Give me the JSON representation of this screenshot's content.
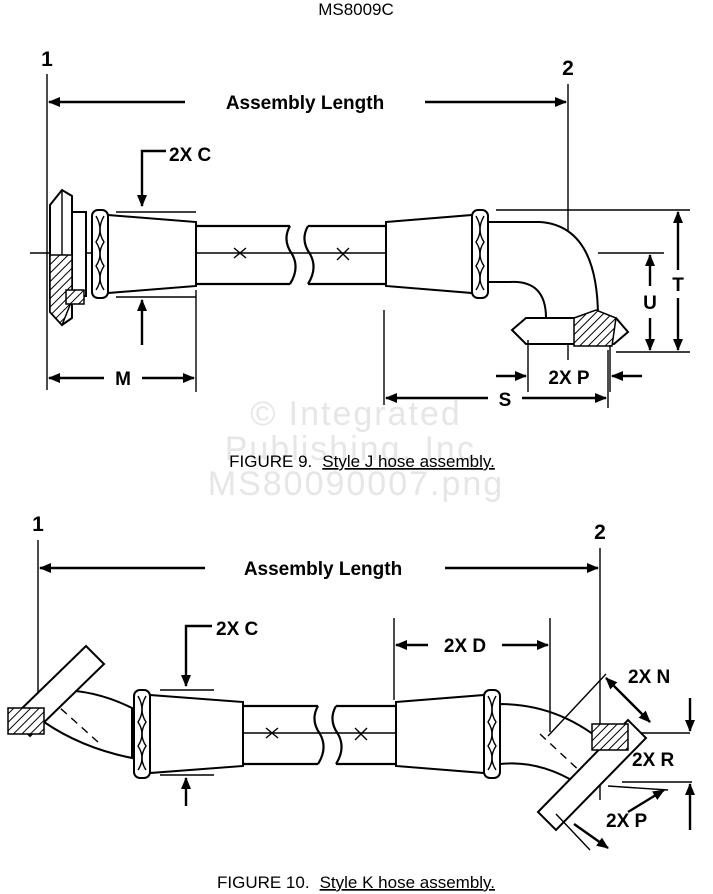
{
  "header": {
    "doc_number": "MS8009C"
  },
  "watermark": {
    "line1": "© Integrated",
    "line2": "Publishing, Inc.",
    "line3": "MS80090007.png"
  },
  "figure9": {
    "point1": "1",
    "point2": "2",
    "assembly_length": "Assembly Length",
    "dim_2xc": "2X C",
    "dim_m": "M",
    "dim_2xp": "2X P",
    "dim_s": "S",
    "dim_u": "U",
    "dim_t": "T",
    "caption_prefix": "FIGURE 9.",
    "caption_title": "Style J hose assembly."
  },
  "figure10": {
    "point1": "1",
    "point2": "2",
    "assembly_length": "Assembly Length",
    "dim_2xc": "2X C",
    "dim_2xd": "2X D",
    "dim_2xn": "2X N",
    "dim_2xr": "2X R",
    "dim_2xp": "2X P",
    "caption_prefix": "FIGURE 10.",
    "caption_title": "Style K hose assembly."
  }
}
